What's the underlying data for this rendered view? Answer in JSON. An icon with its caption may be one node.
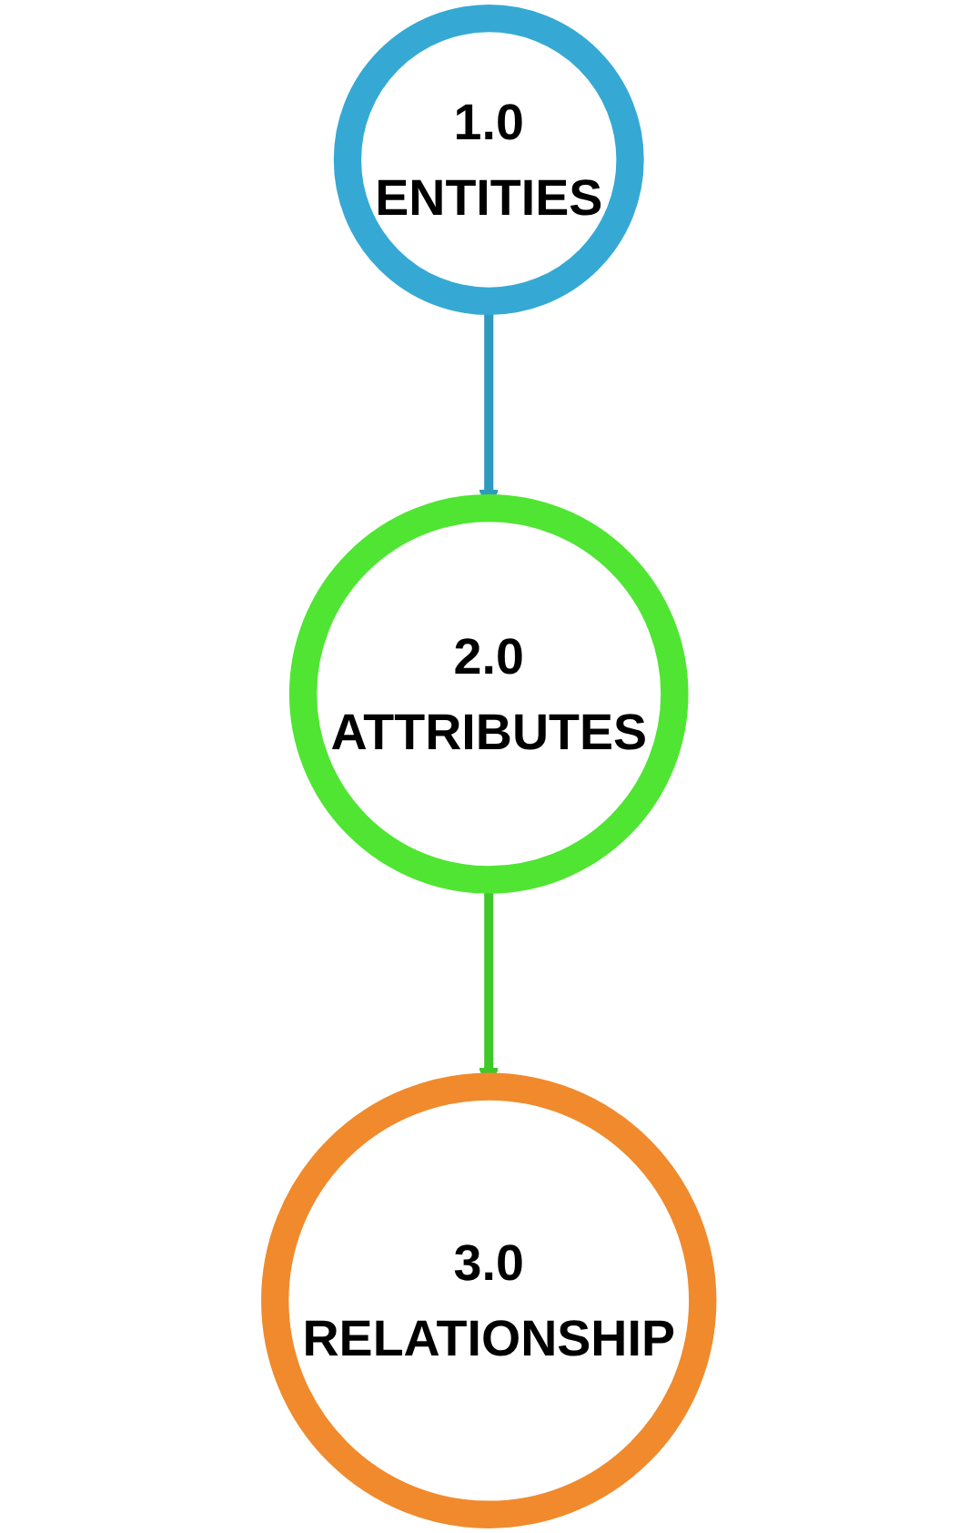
{
  "diagram": {
    "nodes": [
      {
        "text": [
          "1.0",
          "ENTITIES"
        ]
      },
      {
        "text": [
          "2.0",
          "ATTRIBUTES"
        ]
      },
      {
        "text": [
          "3.0",
          "RELATIONSHIP"
        ]
      }
    ],
    "edges": [
      {
        "from": 0,
        "to": 1,
        "arrow": "to",
        "color": "#2f9ac0"
      },
      {
        "from": 1,
        "to": 2,
        "arrow": "to",
        "color": "#3fc82a"
      }
    ]
  }
}
